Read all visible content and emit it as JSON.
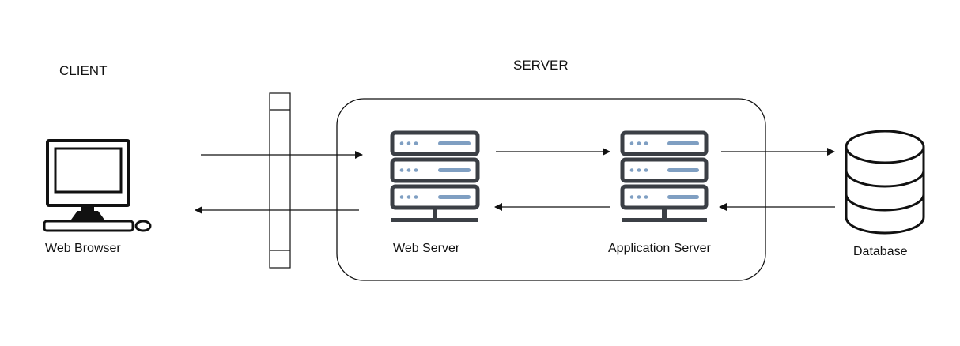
{
  "sections": {
    "client": "CLIENT",
    "server": "SERVER"
  },
  "nodes": {
    "web_browser": "Web Browser",
    "web_server": "Web Server",
    "application_server": "Application Server",
    "database": "Database"
  },
  "icons": {
    "web_browser": "desktop-computer-icon",
    "web_server": "server-rack-icon",
    "application_server": "server-rack-icon",
    "database": "database-cylinder-icon",
    "firewall": "firewall-icon"
  },
  "colors": {
    "stroke": "#111111",
    "server_body": "#3b3f45",
    "server_accent": "#7f9fc2",
    "background": "#ffffff"
  }
}
